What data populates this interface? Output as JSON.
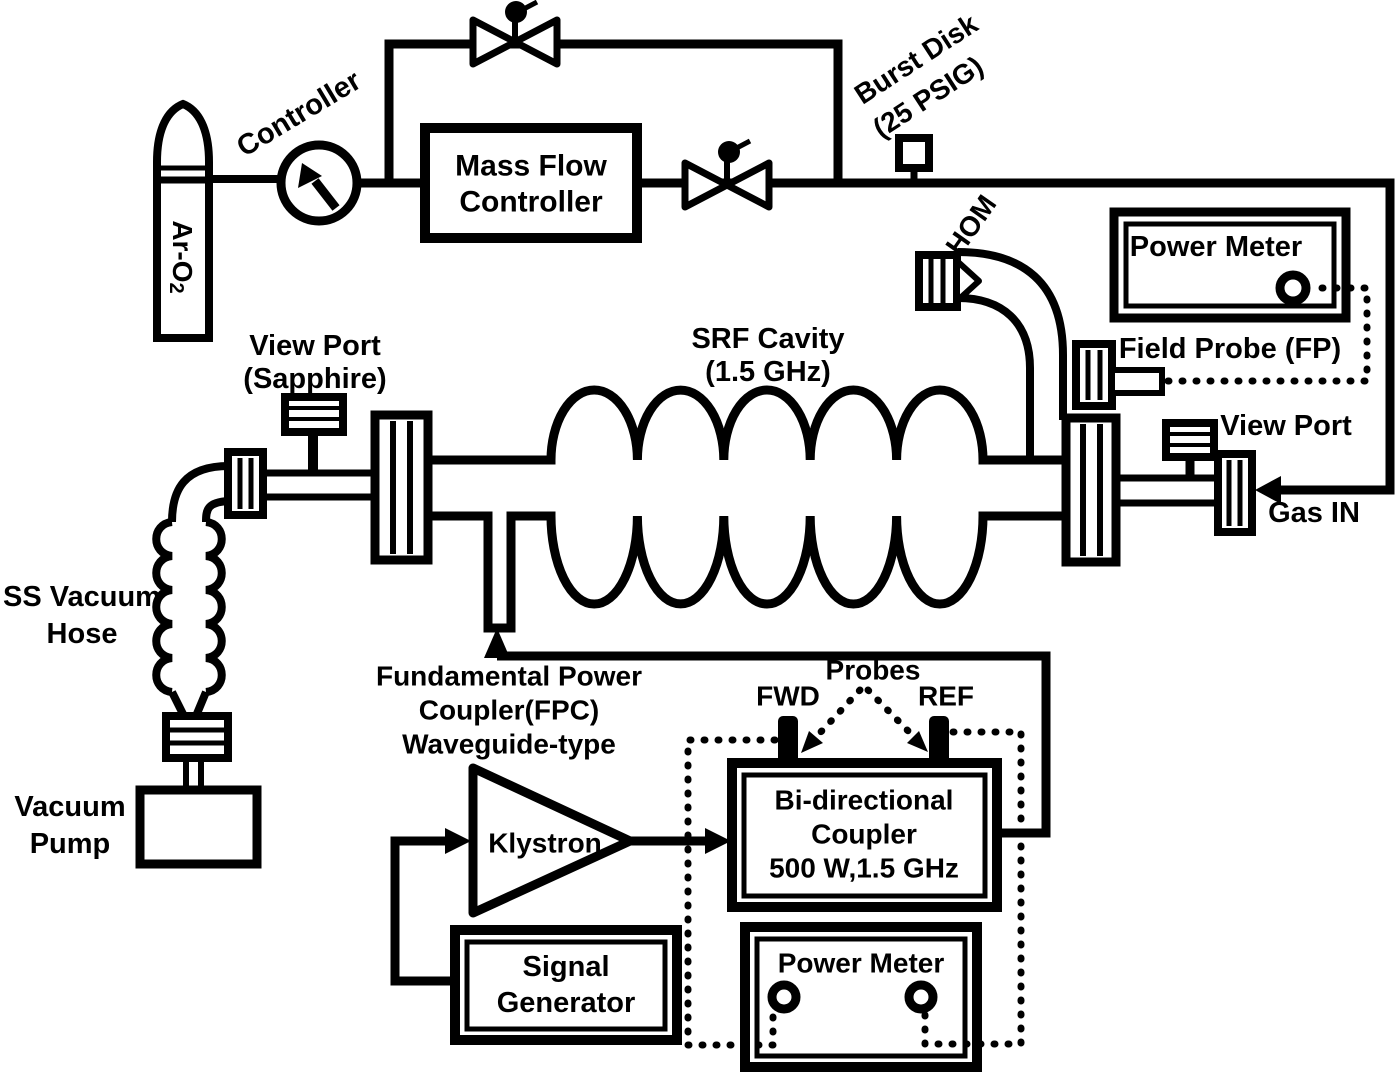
{
  "colors": {
    "ink": "#000000",
    "paper": "#ffffff"
  },
  "gas_line": {
    "cylinder": {
      "text": "Ar-O",
      "sub": "2"
    },
    "controller": "Controller",
    "mfc": {
      "line1": "Mass Flow",
      "line2": "Controller"
    },
    "burst_disk": {
      "line1": "Burst Disk",
      "line2": "(25 PSIG)"
    },
    "gas_in": "Gas IN"
  },
  "cavity": {
    "title": {
      "line1": "SRF Cavity",
      "line2": "(1.5 GHz)"
    },
    "viewport_left": {
      "line1": "View Port",
      "line2": "(Sapphire)"
    },
    "viewport_right": "View Port",
    "hom": "HOM",
    "field_probe": "Field Probe (FP)",
    "fpc": {
      "line1": "Fundamental Power",
      "line2": "Coupler(FPC)",
      "line3": "Waveguide-type"
    }
  },
  "vacuum": {
    "hose": {
      "line1": "SS Vacuum",
      "line2": "Hose"
    },
    "pump": {
      "line1": "Vacuum",
      "line2": "Pump"
    }
  },
  "instruments": {
    "power_meter_top": "Power Meter"
  },
  "rf_chain": {
    "klystron": "Klystron",
    "signal_generator": {
      "line1": "Signal",
      "line2": "Generator"
    },
    "coupler": {
      "line1": "Bi-directional",
      "line2": "Coupler",
      "line3": "500 W,1.5 GHz"
    },
    "probes": {
      "title": "Probes",
      "fwd": "FWD",
      "ref": "REF"
    },
    "power_meter_bottom": "Power Meter"
  }
}
